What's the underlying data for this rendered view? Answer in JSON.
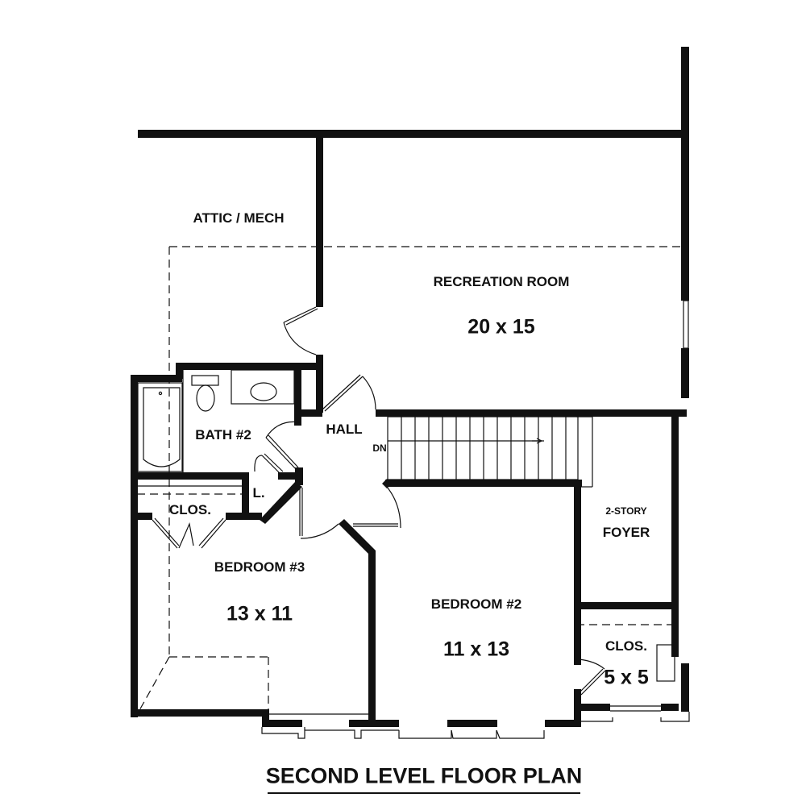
{
  "title": "SECOND LEVEL FLOOR PLAN",
  "rooms": {
    "attic": {
      "name": "ATTIC / MECH"
    },
    "recreation": {
      "name": "RECREATION ROOM",
      "size": "20 x 15"
    },
    "bath2": {
      "name": "BATH #2"
    },
    "hall": {
      "name": "HALL",
      "stair": "DN"
    },
    "linen": {
      "name": "L."
    },
    "closet3": {
      "name": "CLOS."
    },
    "bedroom3": {
      "name": "BEDROOM #3",
      "size": "13 x 11"
    },
    "bedroom2": {
      "name": "BEDROOM #2",
      "size": "11 x 13"
    },
    "foyer": {
      "name_top": "2-STORY",
      "name": "FOYER"
    },
    "closet_small": {
      "name": "CLOS.",
      "size": "5 x 5"
    }
  },
  "colors": {
    "wall": "#111111",
    "background": "#ffffff"
  }
}
